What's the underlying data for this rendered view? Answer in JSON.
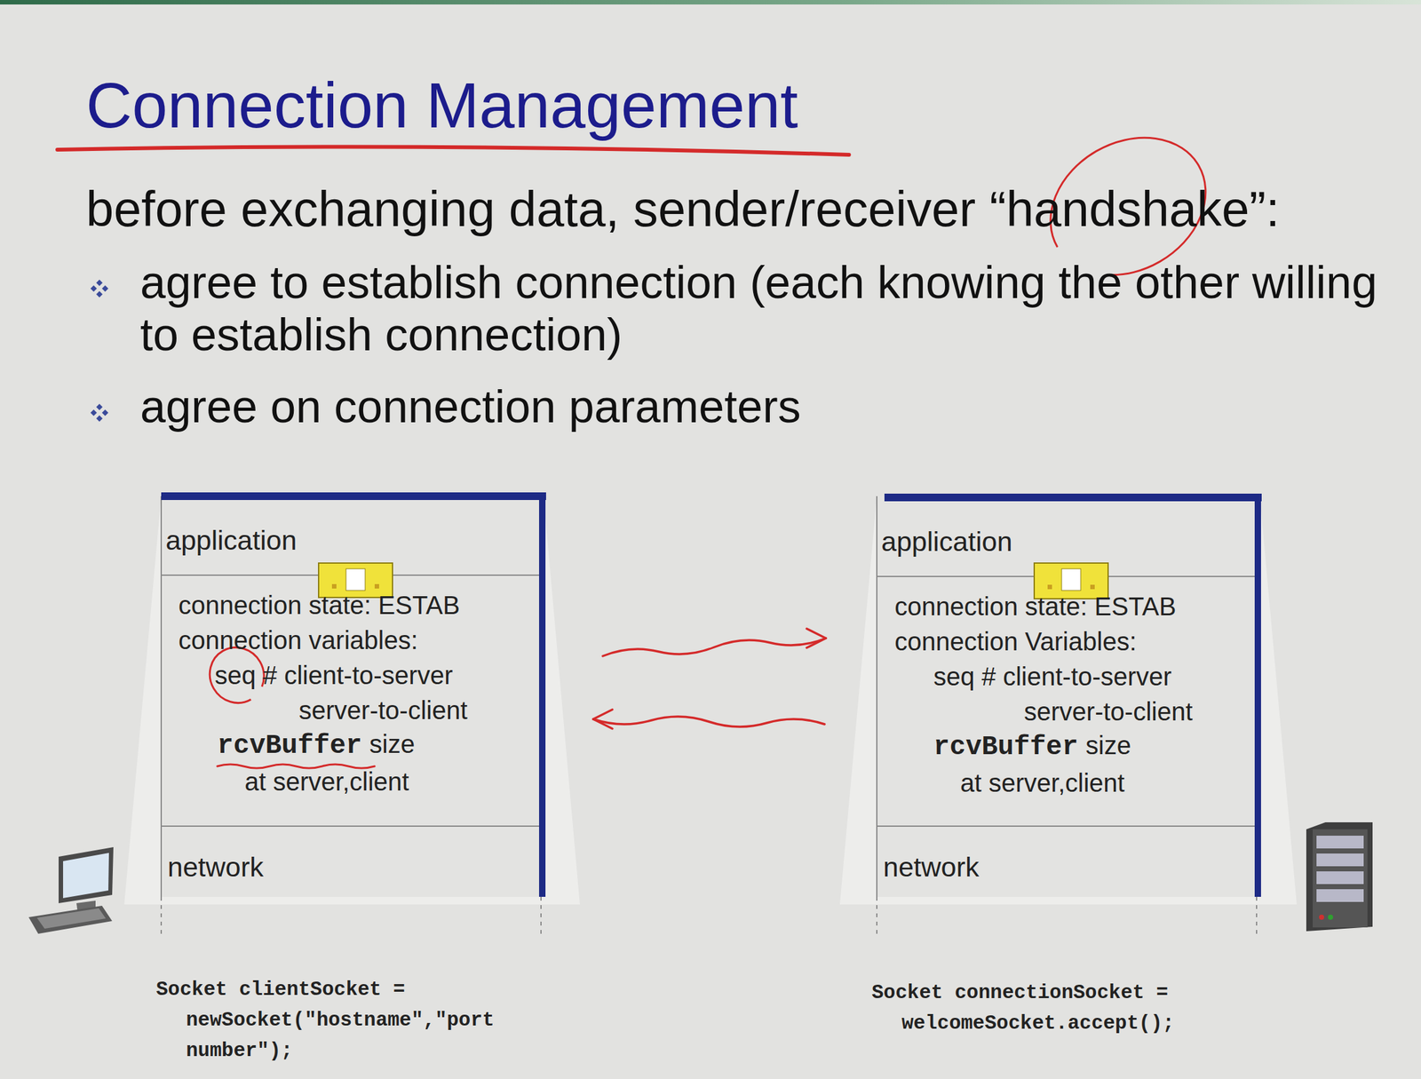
{
  "diagram": {
    "title": "Connection Management",
    "nodes": [
      {
        "text": [
          "application"
        ]
      },
      {
        "text": [
          "connection state: ESTAB",
          "connection variables:",
          "seq # client-to-server",
          "server-to-client",
          "rcvBuffer",
          "size",
          "at server,client"
        ]
      },
      {
        "text": [
          "network"
        ]
      },
      {
        "text": [
          "application"
        ]
      },
      {
        "text": [
          "connection state: ESTAB",
          "connection Variables:",
          "seq # client-to-server",
          "server-to-client",
          "rcvBuffer",
          "size",
          "at server,client"
        ]
      },
      {
        "text": [
          "network"
        ]
      }
    ],
    "edges": [
      {
        "from": 1,
        "to": 4,
        "arrow": "to"
      },
      {
        "from": 4,
        "to": 1,
        "arrow": "to"
      }
    ],
    "labels": [
      "before exchanging data, sender/receiver “handshake”:",
      "agree to establish connection (each knowing the other willing to establish connection)",
      "agree on connection parameters",
      "Socket clientSocket = newSocket(\"hostname\",\"port number\");",
      "Socket connectionSocket = welcomeSocket.accept();"
    ]
  }
}
